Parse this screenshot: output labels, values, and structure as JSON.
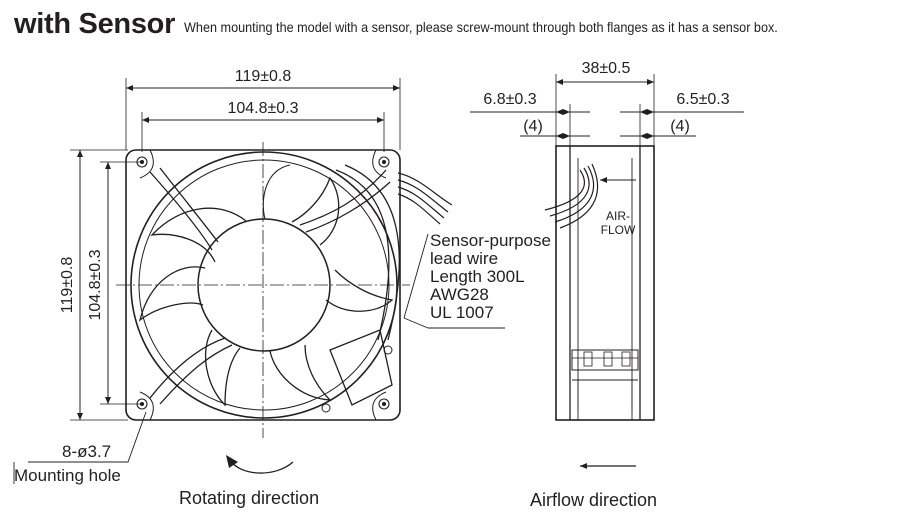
{
  "header": {
    "title": "with Sensor",
    "note": "When mounting the model with a sensor, please screw-mount through both flanges as it has a sensor box."
  },
  "front_view": {
    "outer_width": "119±0.8",
    "hole_pitch_width": "104.8±0.3",
    "outer_height": "119±0.8",
    "hole_pitch_height": "104.8±0.3",
    "hole_spec": "8-ø3.7",
    "hole_label": "Mounting hole",
    "lead_wire": {
      "line1": "Sensor-purpose",
      "line2": "lead wire",
      "line3": "Length 300L",
      "line4": "AWG28",
      "line5": "UL 1007"
    },
    "caption": "Rotating direction"
  },
  "side_view": {
    "depth": "38±0.5",
    "flange_left": "6.8±0.3",
    "flange_left_sub": "(4)",
    "flange_right": "6.5±0.3",
    "flange_right_sub": "(4)",
    "airflow_label_1": "AIR-",
    "airflow_label_2": "FLOW",
    "caption": "Airflow direction"
  }
}
